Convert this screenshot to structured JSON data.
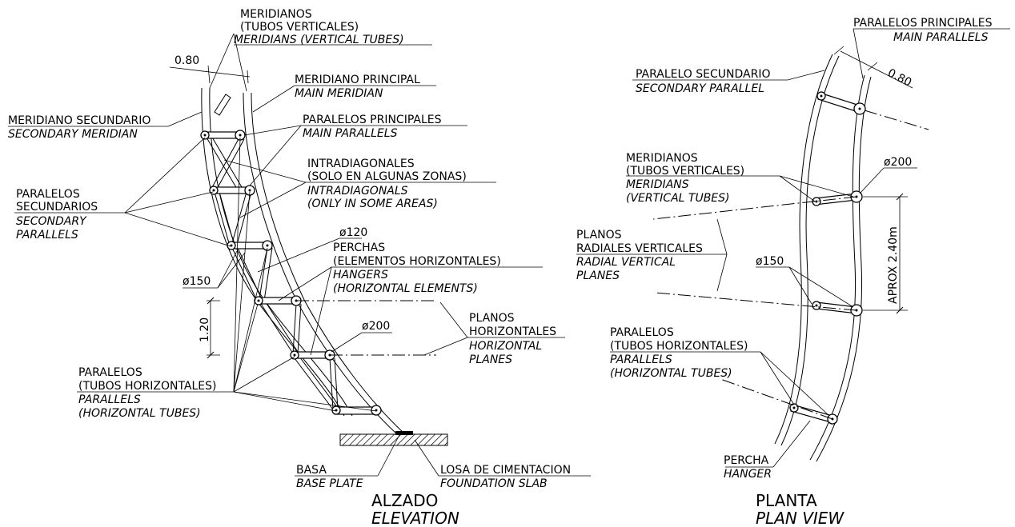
{
  "elevation": {
    "title": "ALZADO",
    "subtitle": "ELEVATION",
    "labels": {
      "meridianos_es1": "MERIDIANOS",
      "meridianos_es2": "(TUBOS VERTICALES)",
      "meridianos_en": "MERIDIANS (VERTICAL TUBES)",
      "dim_080": "0.80",
      "meridiano_principal_es": "MERIDIANO PRINCIPAL",
      "meridiano_principal_en": "MAIN MERIDIAN",
      "meridiano_secundario_es": "MERIDIANO SECUNDARIO",
      "meridiano_secundario_en": "SECONDARY MERIDIAN",
      "paralelos_principales_es": "PARALELOS PRINCIPALES",
      "paralelos_principales_en": "MAIN PARALLELS",
      "intradiagonales_es1": "INTRADIAGONALES",
      "intradiagonales_es2": "(SOLO EN ALGUNAS ZONAS)",
      "intradiagonales_en1": "INTRADIAGONALS",
      "intradiagonales_en2": "(ONLY IN SOME AREAS)",
      "paralelos_secundarios_es1": "PARALELOS",
      "paralelos_secundarios_es2": "SECUNDARIOS",
      "paralelos_secundarios_en1": "SECONDARY",
      "paralelos_secundarios_en2": "PARALLELS",
      "phi120": "ø120",
      "phi150": "ø150",
      "phi200": "ø200",
      "perchas_es1": "PERCHAS",
      "perchas_es2": "(ELEMENTOS HORIZONTALES)",
      "perchas_en1": "HANGERS",
      "perchas_en2": "(HORIZONTAL ELEMENTS)",
      "dim_120": "1.20",
      "planos_es1": "PLANOS",
      "planos_es2": "HORIZONTALES",
      "planos_en1": "HORIZONTAL",
      "planos_en2": "PLANES",
      "paralelos_es1": "PARALELOS",
      "paralelos_es2": "(TUBOS HORIZONTALES)",
      "paralelos_en1": "PARALLELS",
      "paralelos_en2": "(HORIZONTAL TUBES)",
      "basa_es": "BASA",
      "basa_en": "BASE PLATE",
      "losa_es": "LOSA DE CIMENTACION",
      "losa_en": "FOUNDATION SLAB"
    }
  },
  "plan": {
    "title": "PLANTA",
    "subtitle": "PLAN VIEW",
    "labels": {
      "paralelos_principales_es": "PARALELOS PRINCIPALES",
      "paralelos_principales_en": "MAIN PARALLELS",
      "dim_080": "0.80",
      "paralelo_secundario_es": "PARALELO SECUNDARIO",
      "paralelo_secundario_en": "SECONDARY PARALLEL",
      "meridianos_es1": "MERIDIANOS",
      "meridianos_es2": "(TUBOS VERTICALES)",
      "meridianos_en1": "MERIDIANS",
      "meridianos_en2": "(VERTICAL TUBES)",
      "phi200": "ø200",
      "dim_240": "APROX 2.40m",
      "planos_es1": "PLANOS",
      "planos_es2": "RADIALES VERTICALES",
      "planos_en1": "RADIAL VERTICAL",
      "planos_en2": "PLANES",
      "phi150": "ø150",
      "paralelos_es1": "PARALELOS",
      "paralelos_es2": "(TUBOS HORIZONTALES)",
      "paralelos_en1": "PARALLELS",
      "paralelos_en2": "(HORIZONTAL TUBES)",
      "percha_es": "PERCHA",
      "percha_en": "HANGER"
    }
  }
}
